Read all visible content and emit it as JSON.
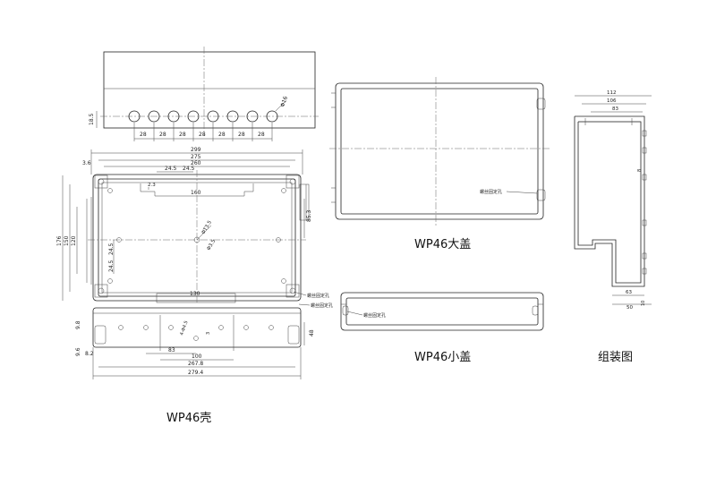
{
  "captions": {
    "shell": "WP46壳",
    "big_cover": "WP46大盖",
    "small_cover": "WP46小盖",
    "assembly": "组装图"
  },
  "front_view": {
    "height_label": "18.5",
    "hole_label": "Φ16",
    "pitch_labels": [
      "28",
      "28",
      "28",
      "28",
      "28",
      "28",
      "28"
    ]
  },
  "top_view": {
    "top_dims": [
      "299",
      "275",
      "260"
    ],
    "dim_24_5_a": "24.5",
    "dim_24_5_b": "24.5",
    "dim_3_6": "3.6",
    "dim_2_3": "2.3",
    "dim_160": "160",
    "dim_176": "176",
    "dim_120": "120",
    "dim_150": "150",
    "dim_24_5_c": "24.5",
    "dim_24_5_d": "24.5",
    "dim_85_3": "85.3",
    "dim_130": "130",
    "dim_100": "100",
    "dim_83": "83",
    "dim_267_8": "267.8",
    "dim_279_4": "279.4",
    "dim_9_8": "9.8",
    "dim_9_6": "9.6",
    "dim_8_2": "8.2",
    "dim_3": "3",
    "dim_48": "48",
    "center_hole": "ΦT3.5",
    "hole_note": "Φ3.5",
    "slot_note": "4-Φ4.5",
    "screw_note_a": "螺丝固定孔",
    "screw_note_b": "螺丝固定孔"
  },
  "big_cover": {
    "screw_note": "螺丝固定孔"
  },
  "small_cover": {
    "screw_note": "螺丝固定孔"
  },
  "assembly": {
    "dim_112": "112",
    "dim_106": "106",
    "dim_83_top": "83",
    "dim_8": "8",
    "dim_63": "63",
    "dim_50": "50",
    "dim_10": "10"
  }
}
